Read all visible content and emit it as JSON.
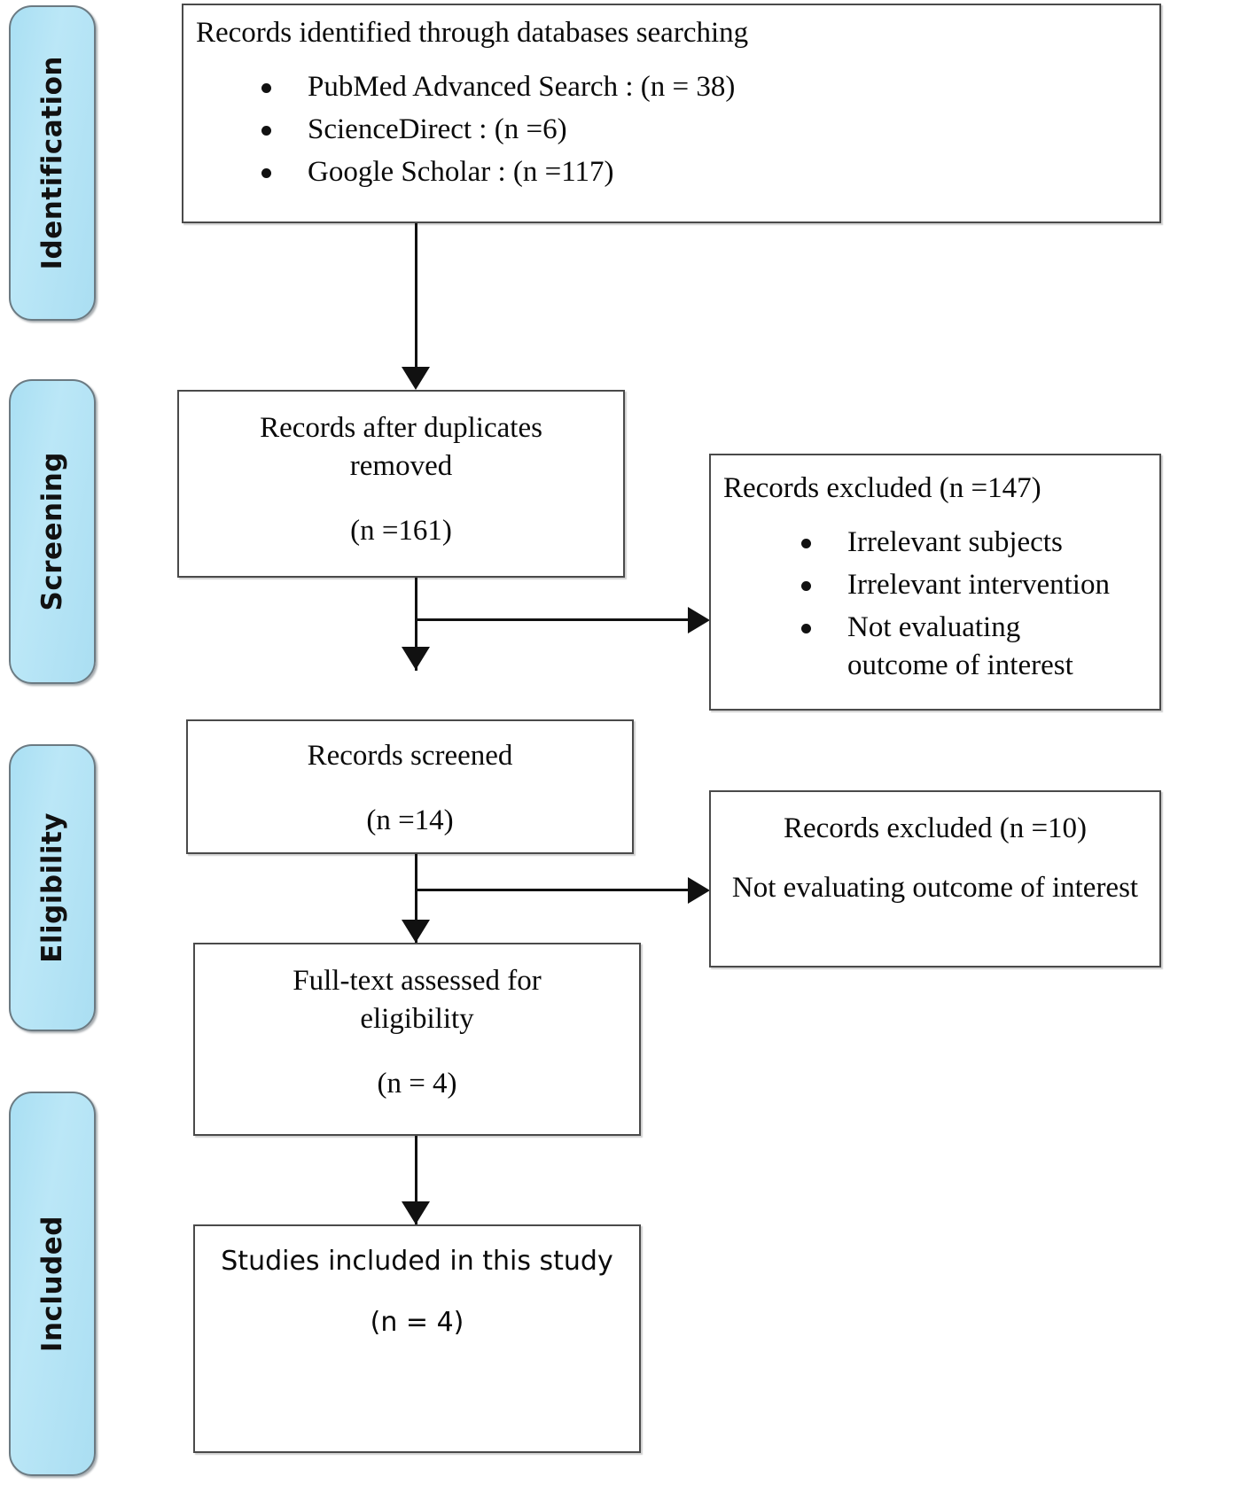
{
  "diagram": {
    "type": "prisma-flow-diagram",
    "stages": [
      {
        "id": "identification",
        "label": "Identification"
      },
      {
        "id": "screening",
        "label": "Screening"
      },
      {
        "id": "eligibility",
        "label": "Eligibility"
      },
      {
        "id": "included",
        "label": "Included"
      }
    ],
    "boxes": {
      "identified": {
        "title": "Records identified through databases searching",
        "bullets": [
          "PubMed Advanced Search : (n = 38)",
          "ScienceDirect : (n =6)",
          "Google Scholar : (n =117)"
        ]
      },
      "after_duplicates": {
        "title": "Records after duplicates\nremoved",
        "count": "(n =161)"
      },
      "excluded_1": {
        "title": "Records excluded (n =147)",
        "bullets": [
          "Irrelevant subjects",
          "Irrelevant intervention",
          "Not evaluating\noutcome of interest"
        ]
      },
      "screened": {
        "title": "Records screened",
        "count": "(n =14)"
      },
      "excluded_2": {
        "title": "Records excluded (n =10)",
        "sub": "Not evaluating outcome of\ninterest"
      },
      "fulltext": {
        "title": "Full-text assessed for\neligibility",
        "count": "(n = 4)"
      },
      "included_studies": {
        "title": "Studies included in this study",
        "count": "(n = 4)"
      }
    },
    "colors": {
      "stage_fill": "#b3e5f5",
      "stage_border": "#6b7a82",
      "box_border": "#4a4a4a",
      "connector": "#111111",
      "text": "#0a0a0a",
      "background": "#ffffff"
    }
  }
}
